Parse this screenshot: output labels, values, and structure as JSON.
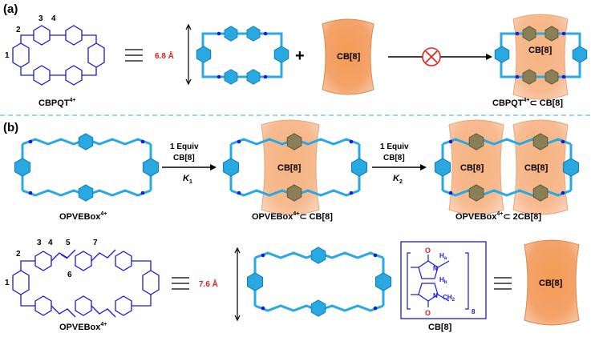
{
  "panel_a": {
    "tag": "(a)",
    "cbpqt_label": "CBPQT",
    "cbpqt_charge": "4+",
    "atoms": [
      "1",
      "2",
      "3",
      "4"
    ],
    "dimension": "6.8 Å",
    "plus": "+",
    "cb8": "CB[8]",
    "product_label": "CBPQT",
    "product_charge": "4+",
    "product_suffix": "⊂ CB[8]"
  },
  "panel_b": {
    "tag": "(b)",
    "step1": {
      "line1": "1 Equiv",
      "line2": "CB[8]",
      "k": "K",
      "k_sub": "1"
    },
    "step2": {
      "line1": "1 Equiv",
      "line2": "CB[8]",
      "k": "K",
      "k_sub": "2"
    },
    "label_free": "OPVEBox",
    "label_free_charge": "4+",
    "label_1": "OPVEBox",
    "label_1_charge": "4+",
    "label_1_suffix": "⊂ CB[8]",
    "label_2": "OPVEBox",
    "label_2_charge": "4+",
    "label_2_suffix": "⊂ 2CB[8]",
    "struct_label": "OPVEBox",
    "struct_charge": "4+",
    "atoms": [
      "1",
      "2",
      "3",
      "4",
      "5",
      "6",
      "7"
    ],
    "dimension": "7.6 Å",
    "cb8_label": "CB[8]",
    "cb8_struct": {
      "o": "O",
      "n": "N",
      "ha": "H",
      "ha_sub": "a",
      "hb": "H",
      "hb_sub": "b",
      "ch2": "CH",
      "ch2_sub": "2",
      "n_rep": "8"
    }
  },
  "colors": {
    "cyan": "#29a9e1",
    "cyan_dark": "#1b7fb4",
    "blue_text": "#1a1adc",
    "red": "#e02020",
    "orange": "#f5a36a",
    "divider": "#7fc6ea"
  }
}
